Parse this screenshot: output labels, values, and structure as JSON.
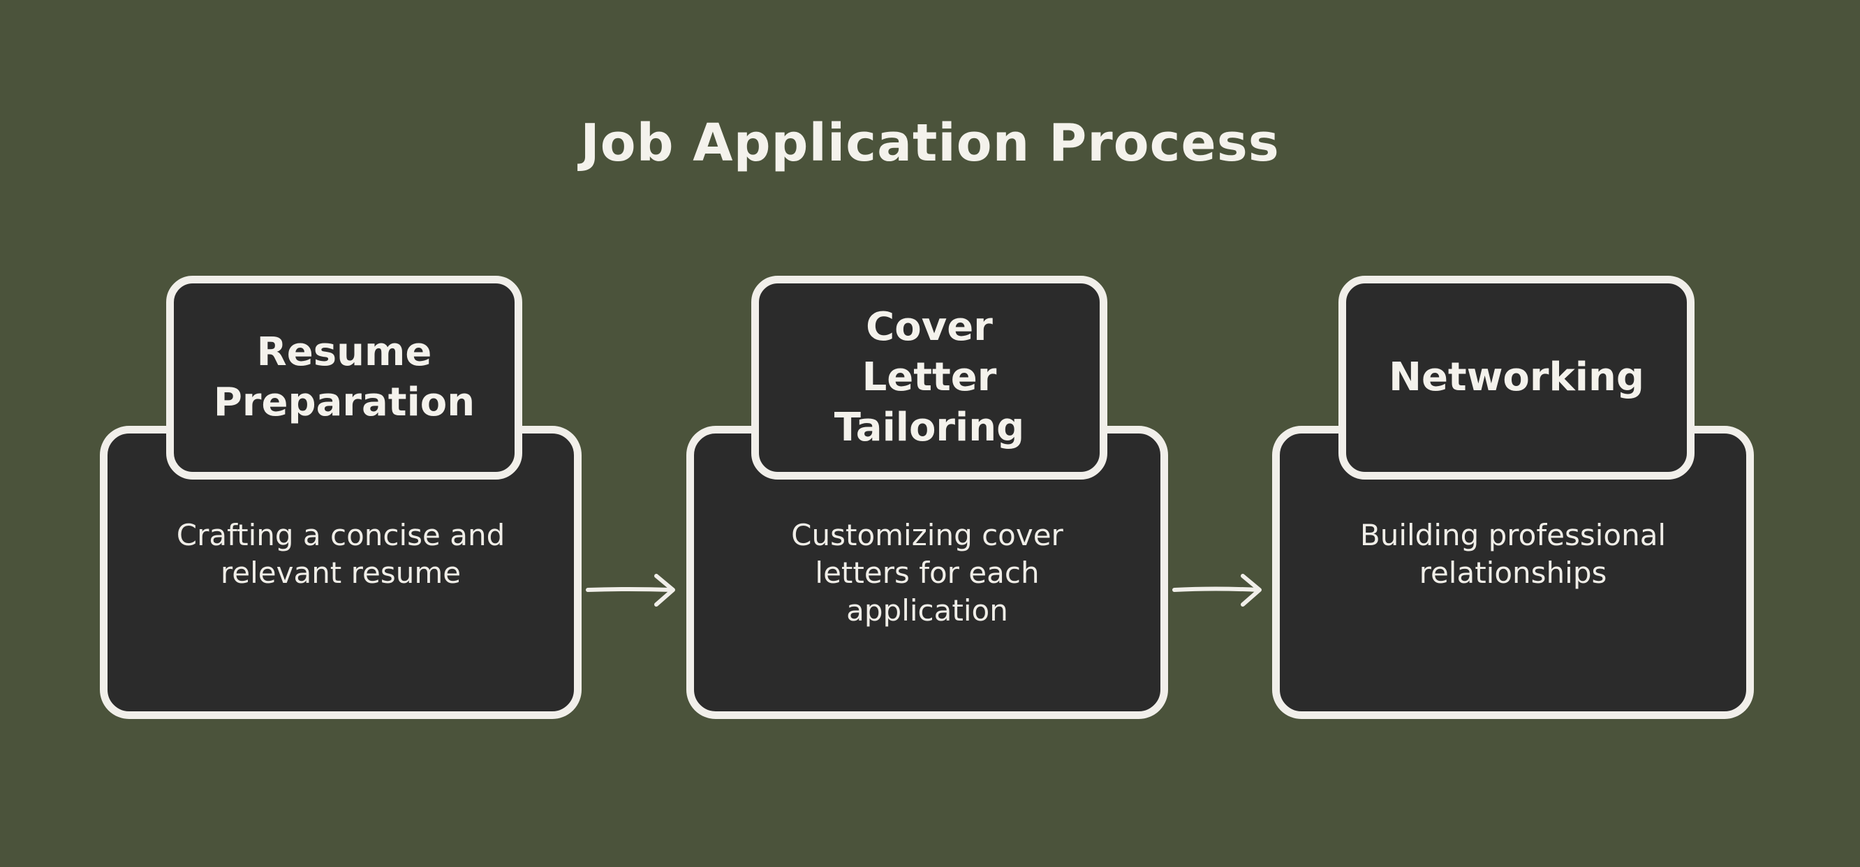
{
  "diagram": {
    "title": "Job Application Process",
    "steps": [
      {
        "heading": "Resume Preparation",
        "description": "Crafting a concise and relevant resume"
      },
      {
        "heading": "Cover Letter Tailoring",
        "description": "Customizing cover letters for each application"
      },
      {
        "heading": "Networking",
        "description": "Building professional relationships"
      }
    ],
    "colors": {
      "background": "#4b533b",
      "box_fill": "#2b2b2b",
      "stroke": "#f1efea",
      "text": "#f4f2ec"
    }
  }
}
